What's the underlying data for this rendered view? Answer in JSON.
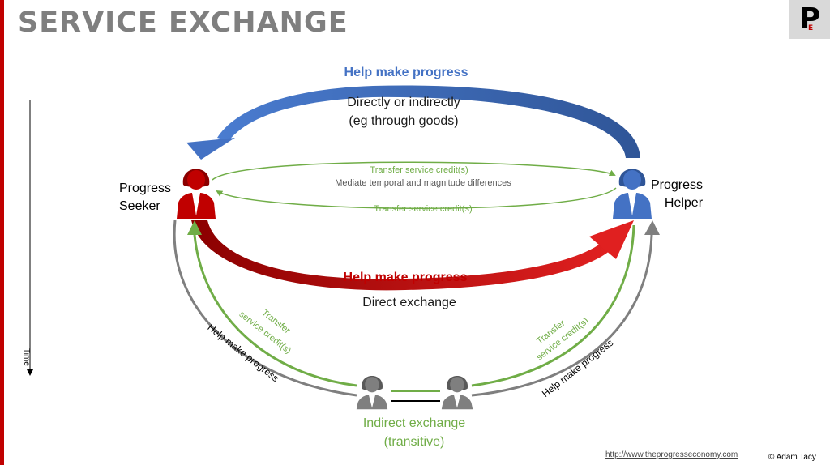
{
  "header": {
    "title": "SERVICE EXCHANGE",
    "logo_letter": "P",
    "logo_sub": "E"
  },
  "top_arrow": {
    "title": "Help make progress",
    "line1": "Directly or indirectly",
    "line2": "(eg through goods)"
  },
  "credit_loop": {
    "upper": "Transfer service credit(s)",
    "middle": "Mediate temporal and magnitude differences",
    "lower": "Transfer service credit(s)"
  },
  "seeker": {
    "line1": "Progress",
    "line2": "Seeker"
  },
  "helper": {
    "line1": "Progress",
    "line2": "Helper"
  },
  "direct_arrow": {
    "title": "Help make progress",
    "subtitle": "Direct exchange"
  },
  "left_side": {
    "credit_line1": "Transfer",
    "credit_line2": "service credit(s)",
    "help": "Help make progress"
  },
  "right_side": {
    "credit_line1": "Transfer",
    "credit_line2": "service credit(s)",
    "help": "Help make progress"
  },
  "indirect": {
    "line1": "Indirect exchange",
    "line2": "(transitive)"
  },
  "time_label": "Time",
  "footer": {
    "url": "http://www.theprogresseconomy.com",
    "copyright": "© Adam Tacy"
  },
  "colors": {
    "blue": "#4472c4",
    "red": "#c00000",
    "green": "#70ad47",
    "gray": "#7f7f7f",
    "title": "#7f7f7f"
  },
  "icons": {
    "seeker": "person-red-icon",
    "helper": "person-blue-icon",
    "intermediary": "person-gray-icon"
  }
}
